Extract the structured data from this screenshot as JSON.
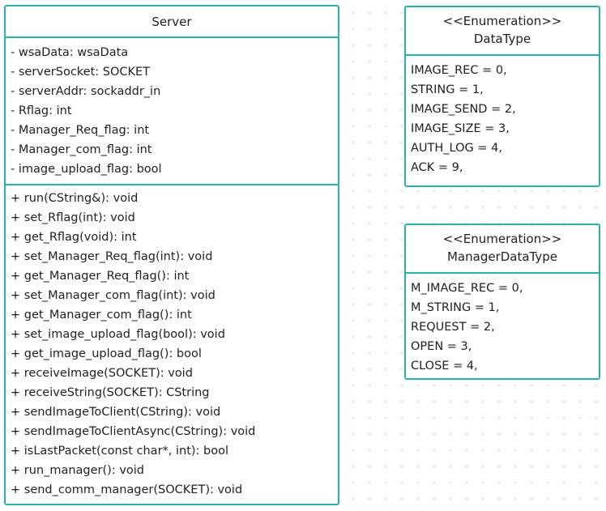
{
  "server": {
    "name": "Server",
    "attributes": [
      "- wsaData: wsaData",
      "- serverSocket: SOCKET",
      "- serverAddr: sockaddr_in",
      "- Rflag: int",
      "- Manager_Req_flag: int",
      "- Manager_com_flag: int",
      "- image_upload_flag: bool"
    ],
    "operations": [
      "+ run(CString&): void",
      "+ set_Rflag(int): void",
      "+ get_Rflag(void): int",
      "+ set_Manager_Req_flag(int): void",
      "+ get_Manager_Req_flag(): int",
      "+ set_Manager_com_flag(int): void",
      "+ get_Manager_com_flag(): int",
      "+ set_image_upload_flag(bool): void",
      "+ get_image_upload_flag(): bool",
      "+ receiveImage(SOCKET): void",
      "+ receiveString(SOCKET): CString",
      "+ sendImageToClient(CString): void",
      "+ sendImageToClientAsync(CString): void",
      "+ isLastPacket(const char*, int): bool",
      "+ run_manager(): void",
      "+ send_comm_manager(SOCKET): void"
    ]
  },
  "datatype": {
    "stereotype": "<<Enumeration>>",
    "name": "DataType",
    "literals": [
      "IMAGE_REC = 0,",
      "STRING = 1,",
      "IMAGE_SEND = 2,",
      "IMAGE_SIZE = 3,",
      "AUTH_LOG = 4,",
      "ACK = 9,"
    ]
  },
  "manager_datatype": {
    "stereotype": "<<Enumeration>>",
    "name": "ManagerDataType",
    "literals": [
      "M_IMAGE_REC = 0,",
      "M_STRING = 1,",
      "REQUEST = 2,",
      "OPEN = 3,",
      "CLOSE = 4,"
    ]
  },
  "colors": {
    "border": "#2ab3a8",
    "canvas_dots": "#d6dbe0",
    "text": "#1f1f1f"
  }
}
